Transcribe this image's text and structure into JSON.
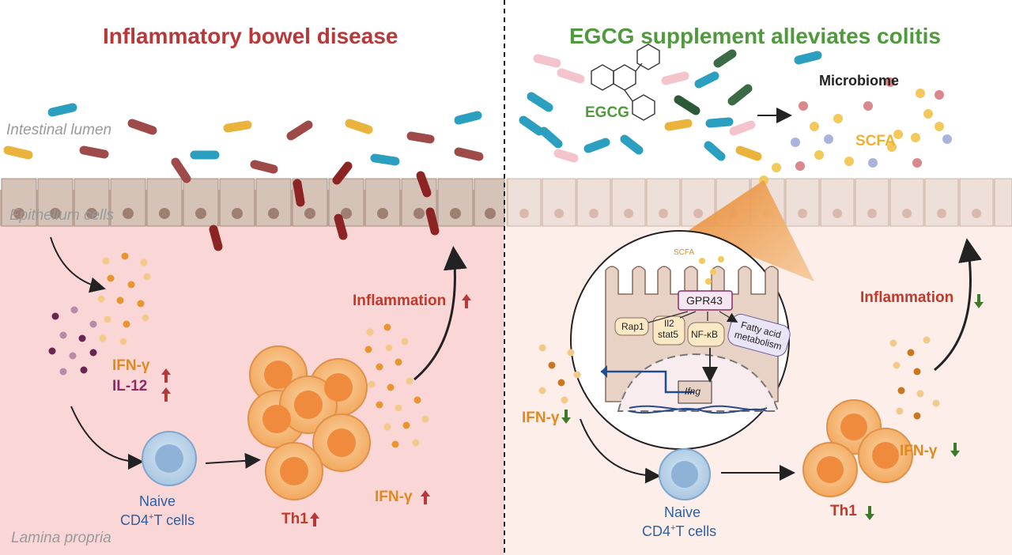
{
  "left": {
    "title": "Inflammatory bowel disease",
    "lumen_label": "Intestinal lumen",
    "epithelium_label": "Epithelium cells",
    "lamina_label": "Lamina propria",
    "ifng_label": "IFN-γ",
    "il12_label": "IL-12",
    "naive_label_1": "Naive",
    "naive_label_2": "CD4",
    "naive_sup": "+",
    "naive_label_3": "T cells",
    "th1_label": "Th1",
    "inflammation_label": "Inflammation",
    "ifng_label_2": "IFN-γ"
  },
  "right": {
    "title": "EGCG supplement alleviates colitis",
    "egcg_label": "EGCG",
    "microbiome_label": "Microbiome",
    "scfa_label": "SCFA",
    "scfa_small_label": "SCFA",
    "gpr43_label": "GPR43",
    "rap1_label": "Rap1",
    "il2_label": "Il2",
    "stat5_label": "stat5",
    "nfkb_label": "NF-κB",
    "fatty_label_1": "Fatty acid",
    "fatty_label_2": "metabolism",
    "ifng_gene_label": "Ifng",
    "ifng_label": "IFN-γ",
    "inflammation_label": "Inflammation",
    "naive_label_1": "Naive",
    "naive_label_2": "CD4",
    "naive_sup": "+",
    "naive_label_3": "T cells",
    "th1_label": "Th1",
    "ifng_label_2": "IFN-γ"
  },
  "colors": {
    "disease_red": "#b8383a",
    "egcg_green": "#4f9a3c",
    "cytokine_orange": "#e08a1e",
    "down_arrow_green": "#3d7a2a",
    "up_arrow_red": "#b8383a"
  }
}
